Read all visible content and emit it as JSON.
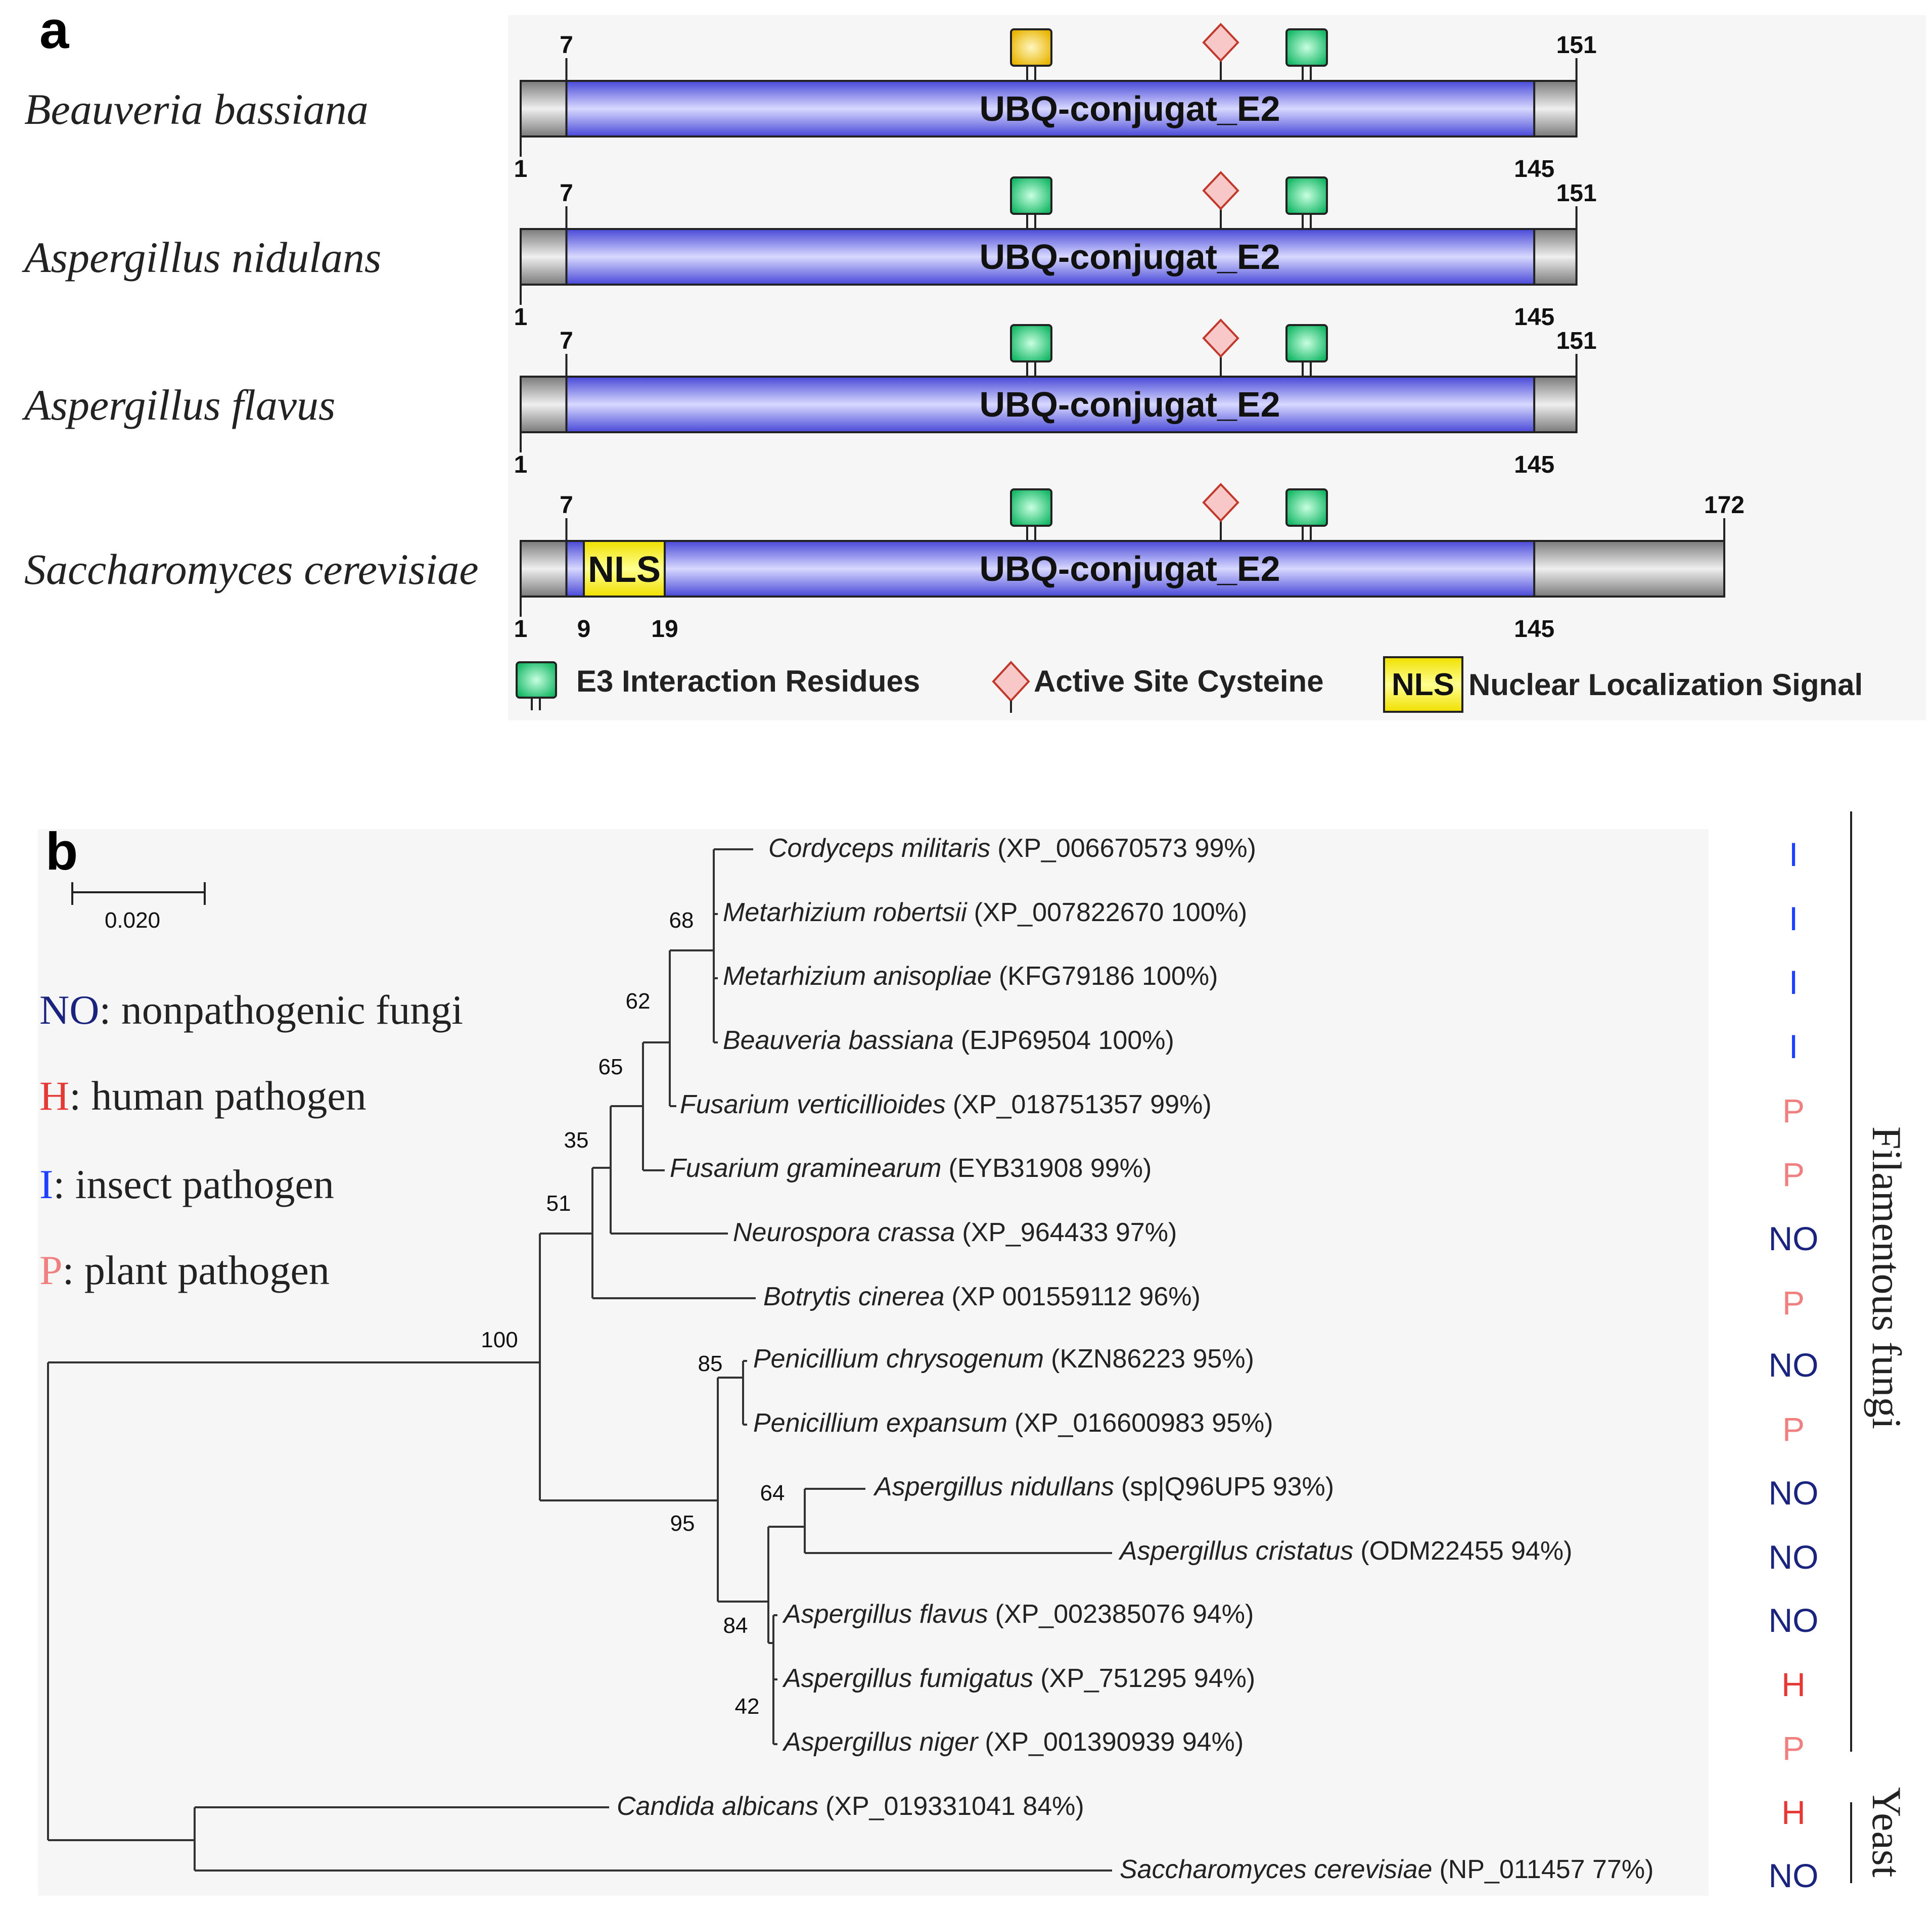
{
  "panel_a": {
    "label": "a",
    "proteins": [
      {
        "species": "Beauveria bassiana",
        "length": 151,
        "domain": {
          "name": "UBQ-conjugat_E2",
          "start": 7,
          "end": 145
        },
        "nls": null,
        "e3_markers_color": [
          "#f5c518",
          "#22d17a"
        ],
        "labels_bottom": [
          "1",
          "145"
        ],
        "labels_top": [
          "7",
          "151"
        ]
      },
      {
        "species": "Aspergillus nidulans",
        "length": 151,
        "domain": {
          "name": "UBQ-conjugat_E2",
          "start": 7,
          "end": 145
        },
        "nls": null,
        "e3_markers_color": [
          "#22d17a",
          "#22d17a"
        ],
        "labels_bottom": [
          "1",
          "145"
        ],
        "labels_top": [
          "7",
          "151"
        ]
      },
      {
        "species": "Aspergillus flavus",
        "length": 151,
        "domain": {
          "name": "UBQ-conjugat_E2",
          "start": 7,
          "end": 145
        },
        "nls": null,
        "e3_markers_color": [
          "#22d17a",
          "#22d17a"
        ],
        "labels_bottom": [
          "1",
          "145"
        ],
        "labels_top": [
          "7",
          "151"
        ]
      },
      {
        "species": "Saccharomyces cerevisiae",
        "length": 172,
        "domain": {
          "name": "UBQ-conjugat_E2",
          "start": 7,
          "end": 145
        },
        "nls": {
          "name": "NLS",
          "start": 9,
          "end": 19
        },
        "e3_markers_color": [
          "#22d17a",
          "#22d17a"
        ],
        "labels_bottom": [
          "1",
          "9",
          "19",
          "145"
        ],
        "labels_top": [
          "7",
          "172"
        ]
      }
    ],
    "legend": {
      "e3": "E3 Interaction Residues",
      "cys": "Active Site Cysteine",
      "nls_box": "NLS",
      "nls": "Nuclear Localization Signal"
    }
  },
  "panel_b": {
    "label": "b",
    "scale_bar": "0.020",
    "legend": [
      {
        "code": "NO",
        "text": ": nonpathogenic fungi",
        "color": "#1a237e"
      },
      {
        "code": "H",
        "text": ": human pathogen",
        "color": "#e53935"
      },
      {
        "code": "I",
        "text": ": insect pathogen",
        "color": "#1e40ff"
      },
      {
        "code": "P",
        "text": ": plant pathogen",
        "color": "#f08080"
      }
    ],
    "taxa": [
      {
        "species": "Cordyceps militaris",
        "acc": "(XP_006670573  99%)",
        "code": "I"
      },
      {
        "species": "Metarhizium robertsii",
        "acc": "(XP_007822670  100%)",
        "code": "I"
      },
      {
        "species": "Metarhizium anisopliae",
        "acc": "(KFG79186  100%)",
        "code": "I"
      },
      {
        "species": "Beauveria bassiana",
        "acc": "(EJP69504  100%)",
        "code": "I"
      },
      {
        "species": "Fusarium verticillioides",
        "acc": "(XP_018751357  99%)",
        "code": "P"
      },
      {
        "species": "Fusarium graminearum",
        "acc": "(EYB31908  99%)",
        "code": "P"
      },
      {
        "species": "Neurospora crassa",
        "acc": "(XP_964433  97%)",
        "code": "NO"
      },
      {
        "species": "Botrytis cinerea",
        "acc": "(XP 001559112  96%)",
        "code": "P"
      },
      {
        "species": "Penicillium chrysogenum",
        "acc": "(KZN86223  95%)",
        "code": "NO"
      },
      {
        "species": "Penicillium expansum",
        "acc": "(XP_016600983  95%)",
        "code": "P"
      },
      {
        "species": "Aspergillus nidullans",
        "acc": "(sp|Q96UP5  93%)",
        "code": "NO"
      },
      {
        "species": "Aspergillus cristatus",
        "acc": "(ODM22455  94%)",
        "code": "NO"
      },
      {
        "species": "Aspergillus flavus",
        "acc": "(XP_002385076  94%)",
        "code": "NO"
      },
      {
        "species": "Aspergillus fumigatus",
        "acc": "(XP_751295  94%)",
        "code": "H"
      },
      {
        "species": "Aspergillus niger",
        "acc": "(XP_001390939  94%)",
        "code": "P"
      },
      {
        "species": "Candida albicans",
        "acc": "(XP_019331041  84%)",
        "code": "H"
      },
      {
        "species": "Saccharomyces cerevisiae",
        "acc": "(NP_011457  77%)",
        "code": "NO"
      }
    ],
    "bootstrap": [
      "68",
      "62",
      "65",
      "35",
      "51",
      "100",
      "85",
      "64",
      "95",
      "84",
      "42"
    ],
    "groups": [
      {
        "name": "Filamentous fungi"
      },
      {
        "name": "Yeast"
      }
    ]
  }
}
